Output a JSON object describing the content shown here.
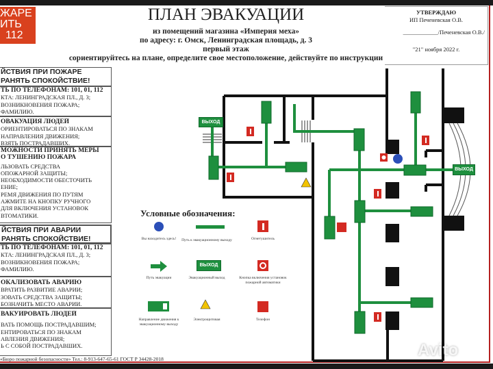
{
  "fire_box": {
    "lines": [
      "ЖАРЕ",
      "ИТЬ",
      "112"
    ],
    "color": "#d9411e"
  },
  "header": {
    "title": "ПЛАН ЭВАКУАЦИИ",
    "lines": [
      "из помещений магазина «Империя меха»",
      "по адресу: г. Омск, Ленинградская площадь, д. 3",
      "первый этаж",
      "сориентируйтесь на плане, определите свое местоположение, действуйте по инструкции"
    ]
  },
  "approval": {
    "title": "УТВЕРЖДАЮ",
    "person": "ИП  Печеневская О.В.",
    "signature": "____________/Печеневская О.В./",
    "date": "\"21\" ноября 2022 г."
  },
  "instructions": {
    "fire": {
      "heading": [
        "ЙСТВИЯ ПРИ ПОЖАРЕ",
        "РАНЯТЬ СПОКОЙСТВИЕ!"
      ],
      "call": [
        "ТЬ ПО ТЕЛЕФОНАМ: 101, 01, 112",
        "КТА: ЛЕНИНГРАДСКАЯ ПЛ., Д. 3;",
        "ВОЗНИКНОВЕНИЯ ПОЖАРА;",
        "ФАМИЛИЮ."
      ],
      "evac": [
        "ОВАКУАЦИЯ ЛЮДЕЙ",
        "ОРИЕНТИРОВАТЬСЯ ПО ЗНАКАМ",
        "НАПРАВЛЕНИЯ ДВИЖЕНИЯ;",
        "ВЗЯТЬ ПОСТРАДАВШИХ."
      ],
      "extinguish": [
        "МОЖНОСТИ ПРИНЯТЬ МЕРЫ",
        "О ТУШЕНИЮ ПОЖАРА",
        "ЛЬЗОВАТЬ СРЕДСТВА",
        "ОПОЖАРНОЙ ЗАЩИТЫ;",
        "НЕОБХОДИМОСТИ ОБЕСТОЧИТЬ",
        "ЕНИЕ;",
        "РЕМЯ ДВИЖЕНИЯ ПО ПУТЯМ",
        "АЖМИТЕ НА КНОПКУ РУЧНОГО",
        "ДЛЯ ВКЛЮЧЕНИЯ УСТАНОВОК",
        "ВТОМАТИКИ."
      ]
    },
    "accident": {
      "heading": [
        "ЙСТВИЯ ПРИ АВАРИИ",
        "РАНЯТЬ СПОКОЙСТВИЕ!"
      ],
      "call": [
        "ТЬ ПО ТЕЛЕФОНАМ: 101, 01, 112",
        "КТА: ЛЕНИНГРАДСКАЯ ПЛ., Д. 3;",
        "ВОЗНИКНОВЕНИЯ ПОЖАРА;",
        "ФАМИЛИЮ."
      ],
      "localize": [
        "ОКАЛИЗОВАТЬ АВАРИЮ",
        "ВРАТИТЬ РАЗВИТИЕ АВАРИИ;",
        "ЗОВАТЬ СРЕДСТВА ЗАЩИТЫ;",
        "БОЗНАЧИТЬ МЕСТО АВАРИИ."
      ],
      "evac": [
        "ВАКУИРОВАТЬ ЛЮДЕЙ",
        "ВАТЬ ПОМОЩЬ ПОСТРАДАВШИМ;",
        "ЕНТИРОВАТЬСЯ ПО ЗНАКАМ",
        "АВЛЕНИЯ ДВИЖЕНИЯ;",
        "Ь С СОБОЙ ПОСТРАДАВШИХ."
      ]
    }
  },
  "footer": "«Бюро пожарной безопасности» Тел.: 8-913-647-65-61  ГОСТ Р 34428-2018",
  "legend": {
    "title": "Условные обозначения:",
    "items": [
      {
        "icon": "you-are-here-dot",
        "label": "Вы находитесь здесь!"
      },
      {
        "icon": "path-line",
        "label": "Путь к эвакуационному выходу"
      },
      {
        "icon": "fire-extinguisher",
        "label": "Огнетушитель"
      },
      {
        "icon": "evacuation-arrow",
        "label": "Путь эвакуации"
      },
      {
        "icon": "exit-sign",
        "label": "Эвакуационный выход",
        "sign_text": "ВЫХОД"
      },
      {
        "icon": "fire-alarm-button",
        "label": "Кнопка включения установок пожарной автоматики"
      },
      {
        "icon": "direction-sign",
        "label": "Направление движения к эвакуационному выходу"
      },
      {
        "icon": "electrical-panel",
        "label": "Электрощитовая"
      },
      {
        "icon": "phone",
        "label": "Телефон"
      }
    ]
  },
  "map": {
    "exit_label": "ВЫХОД",
    "colors": {
      "path": "#1e8f3e",
      "wall": "#111111",
      "marker": "#d32a22",
      "you_are_here": "#2b4fb8"
    }
  },
  "watermark": "Avito"
}
